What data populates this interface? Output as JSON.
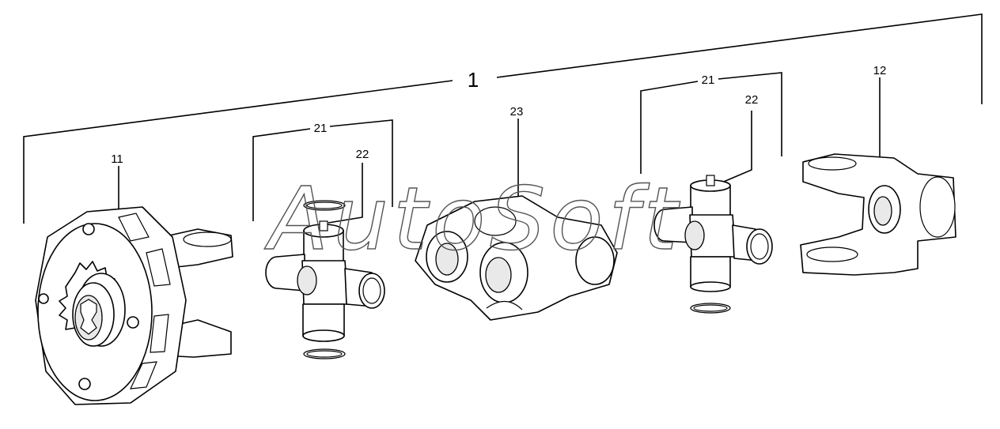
{
  "callouts": {
    "assembly": "1",
    "flange_yoke": "11",
    "slip_yoke": "12",
    "journal_kit_left": "21",
    "journal_kit_right": "21",
    "bearing_left": "22",
    "bearing_right": "22",
    "center_yoke": "23"
  },
  "watermark": "AutoSoft"
}
